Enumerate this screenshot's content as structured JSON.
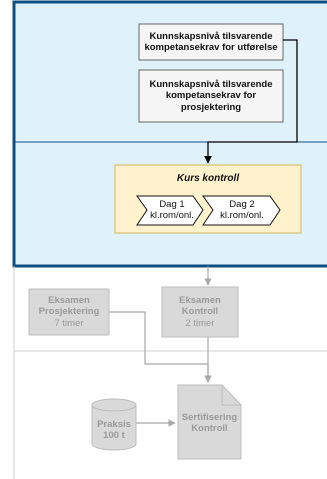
{
  "boxes": {
    "knowledge_execution": {
      "line1": "Kunnskapsnivå tilsvarende",
      "line2": "kompetansekrav for utførelse"
    },
    "knowledge_design": {
      "line1": "Kunnskapsnivå tilsvarende",
      "line2": "kompetansekrav for",
      "line3": "prosjektering"
    },
    "course_control": {
      "title": "Kurs kontroll"
    },
    "day1": {
      "line1": "Dag 1",
      "line2": "kl.rom/onl."
    },
    "day2": {
      "line1": "Dag 2",
      "line2": "kl.rom/onl."
    },
    "exam_design": {
      "line1": "Eksamen",
      "line2": "Prosjektering",
      "line3": "7 timer"
    },
    "exam_control": {
      "line1": "Eksamen",
      "line2": "Kontroll",
      "line3": "2 timer"
    },
    "practice": {
      "line1": "Praksis",
      "line2": "100 t"
    },
    "certification": {
      "line1": "Sertifisering",
      "line2": "Kontroll"
    }
  },
  "colors": {
    "lane_fill": "#dff2fa",
    "lane_border": "#0f4c81",
    "course_fill": "#fff2cc",
    "course_border": "#d6b656",
    "box_fill": "#f5f5f5",
    "box_border": "#666666",
    "grey_fill": "#d9d9d9",
    "grey_border": "#bdbdbd"
  }
}
